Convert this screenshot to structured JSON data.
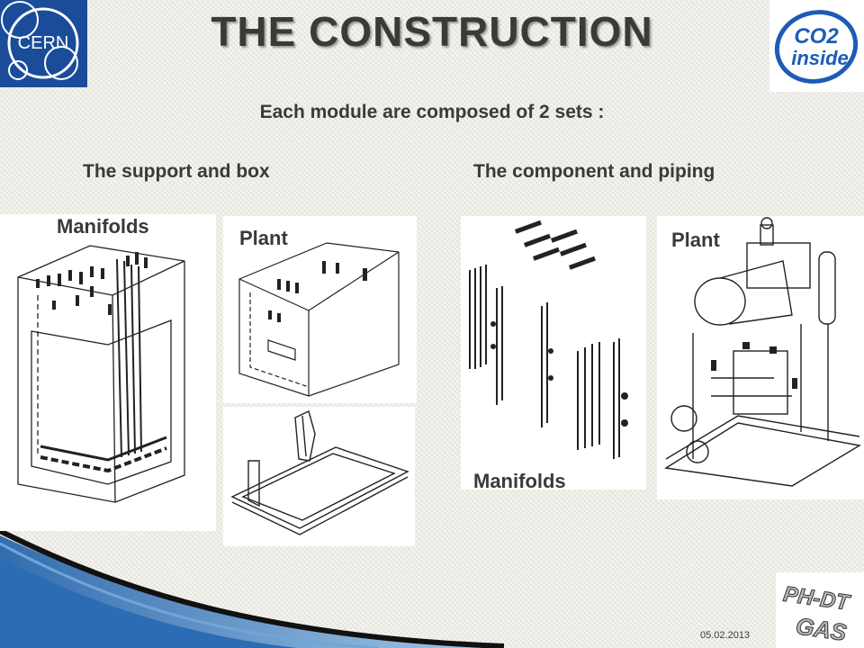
{
  "header": {
    "title": "THE CONSTRUCTION",
    "cern_logo_text": "CERN",
    "co2_logo_text": [
      "CO2",
      "inside"
    ]
  },
  "subtitle": "Each module are composed  of 2 sets :",
  "columns": {
    "left_heading": "The support and box",
    "right_heading": "The component and piping"
  },
  "panels": {
    "box_manifolds_label": "Manifolds",
    "box_plant_label": "Plant",
    "piping_manifolds_label": "Manifolds",
    "piping_plant_label": "Plant"
  },
  "footer": {
    "date": "05.02.2013",
    "group_logo_text": [
      "PH-DT",
      "GAS"
    ]
  },
  "colors": {
    "cern_blue": "#1a4c9a",
    "co2_blue": "#1e5bb8",
    "text_dark": "#3a3a3a",
    "accent_blue": "#2f6fb5"
  }
}
